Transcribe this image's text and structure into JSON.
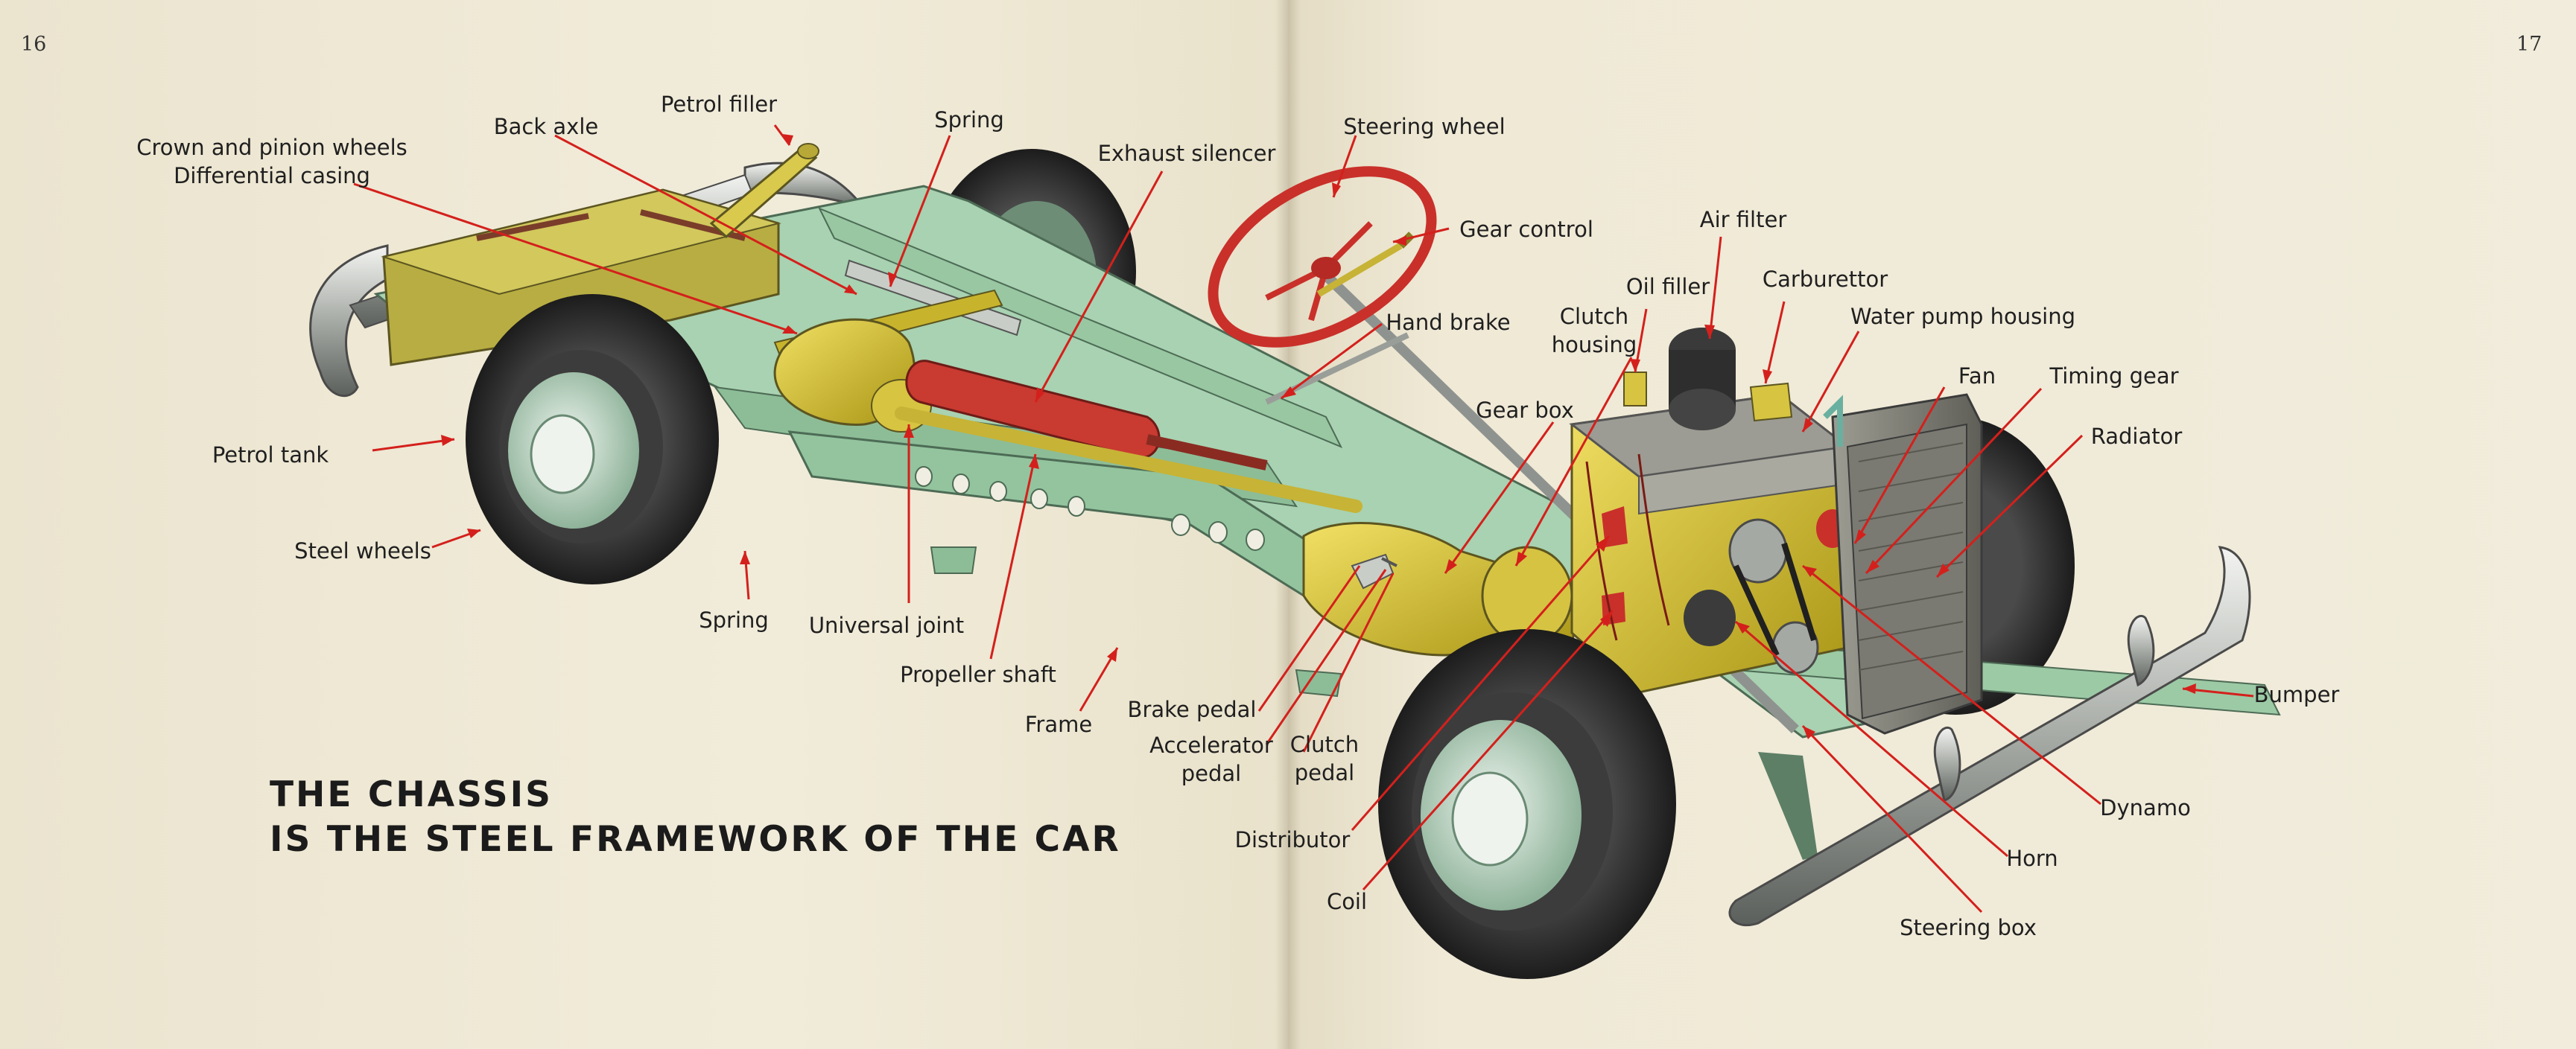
{
  "page_numbers": {
    "left": "16",
    "right": "17"
  },
  "heading": {
    "line1": "THE CHASSIS",
    "line2": "IS THE STEEL FRAMEWORK OF THE CAR"
  },
  "labels": {
    "crown_pinion": "Crown and pinion wheels",
    "differential_casing": "Differential casing",
    "back_axle": "Back axle",
    "petrol_filler": "Petrol filler",
    "spring_top": "Spring",
    "exhaust_silencer": "Exhaust silencer",
    "steering_wheel": "Steering wheel",
    "gear_control": "Gear control",
    "air_filter": "Air filter",
    "oil_filler": "Oil filler",
    "carburettor": "Carburettor",
    "clutch_housing_1": "Clutch",
    "clutch_housing_2": "housing",
    "hand_brake": "Hand brake",
    "water_pump_housing": "Water pump housing",
    "fan": "Fan",
    "timing_gear": "Timing gear",
    "radiator": "Radiator",
    "gear_box": "Gear box",
    "petrol_tank": "Petrol tank",
    "steel_wheels": "Steel wheels",
    "spring_bottom": "Spring",
    "universal_joint": "Universal joint",
    "propeller_shaft": "Propeller shaft",
    "frame": "Frame",
    "brake_pedal": "Brake pedal",
    "accelerator_pedal_1": "Accelerator",
    "accelerator_pedal_2": "pedal",
    "clutch_pedal_1": "Clutch",
    "clutch_pedal_2": "pedal",
    "distributor": "Distributor",
    "coil": "Coil",
    "bumper": "Bumper",
    "dynamo": "Dynamo",
    "horn": "Horn",
    "steering_box": "Steering box"
  },
  "colors": {
    "frame_green": "#9ccaa5",
    "engine_yellow": "#d8c63a",
    "tank_olive": "#b5ae3f",
    "silencer_red": "#c73a30",
    "tyre_black": "#2b2b2b",
    "chrome": "#c9ccc7",
    "pointer_red": "#d4201c",
    "text_dark": "#1f1f1f"
  }
}
